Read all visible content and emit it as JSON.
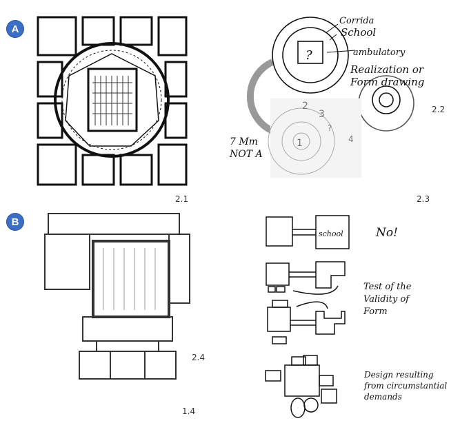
{
  "badges": {
    "a": "A",
    "b": "B"
  },
  "accent_color": "#3b6fc6",
  "figure_labels": {
    "f21": "2.1",
    "f22": "2.2",
    "f23": "2.3",
    "f24": "2.4",
    "f14": "1.4"
  },
  "sketch_top": {
    "corridor": "Corrida",
    "school": "School",
    "question": "?",
    "ambulatory": "ambulatory",
    "realization_line1": "Realization or",
    "realization_line2": "Form drawing",
    "faint_numbers": [
      "1",
      "2",
      "3",
      "?",
      "4"
    ],
    "left_note_line1": "7 Mm",
    "left_note_line2": "NOT A"
  },
  "sketch_bottom": {
    "school_box": "school",
    "no": "No!",
    "test_line1": "Test of the",
    "test_line2": "Validity of",
    "test_line3": "Form",
    "design_line1": "Design resulting",
    "design_line2": "from circumstantial",
    "design_line3": "demands"
  }
}
